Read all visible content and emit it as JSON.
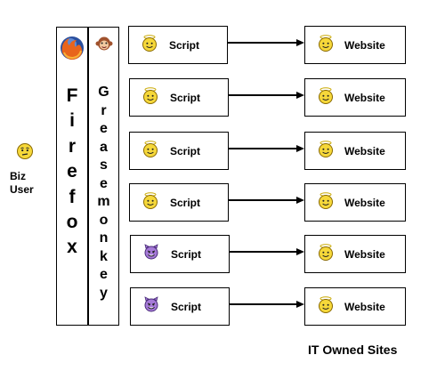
{
  "user": {
    "line1": "Biz",
    "line2": "User",
    "icon": "thinking-face-icon"
  },
  "browser": {
    "name": "Firefox",
    "icon": "firefox-logo-icon"
  },
  "extension": {
    "name": "Greasemonkey",
    "icon": "greasemonkey-logo-icon"
  },
  "rows": [
    {
      "script_label": "Script",
      "script_icon": "angel-face-icon",
      "website_label": "Website",
      "website_icon": "angel-face-icon"
    },
    {
      "script_label": "Script",
      "script_icon": "angel-face-icon",
      "website_label": "Website",
      "website_icon": "angel-face-icon"
    },
    {
      "script_label": "Script",
      "script_icon": "angel-face-icon",
      "website_label": "Website",
      "website_icon": "angel-face-icon"
    },
    {
      "script_label": "Script",
      "script_icon": "angel-face-icon",
      "website_label": "Website",
      "website_icon": "angel-face-icon"
    },
    {
      "script_label": "Script",
      "script_icon": "devil-face-icon",
      "website_label": "Website",
      "website_icon": "angel-face-icon"
    },
    {
      "script_label": "Script",
      "script_icon": "devil-face-icon",
      "website_label": "Website",
      "website_icon": "angel-face-icon"
    }
  ],
  "sites_label": "IT Owned Sites",
  "colors": {
    "smiley_yellow": "#f6d83a",
    "smiley_outline": "#8a6a00",
    "devil_purple": "#a67ad8",
    "devil_outline": "#4a2c7a",
    "firefox_orange": "#e8641c",
    "firefox_blue": "#2a4f9e",
    "monkey_brown": "#a0522d"
  }
}
